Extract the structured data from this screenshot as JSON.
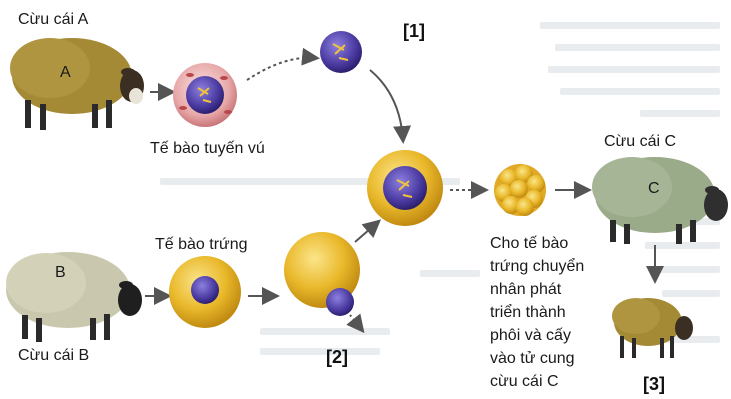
{
  "labels": {
    "sheep_a_title": "Cừu cái A",
    "sheep_a_letter": "A",
    "sheep_b_title": "Cừu cái B",
    "sheep_b_letter": "B",
    "sheep_c_title": "Cừu cái C",
    "sheep_c_letter": "C",
    "mammary_cell": "Tế bào tuyến vú",
    "egg_cell": "Tế bào trứng",
    "caption_lines": [
      "Cho tế bào",
      "trứng chuyển",
      "nhân phát",
      "triển thành",
      "phôi và cấy",
      "vào tử cung",
      "cừu cái C"
    ]
  },
  "markers": {
    "m1": "[1]",
    "m2": "[2]",
    "m3": "[3]"
  },
  "colors": {
    "sheep_a": "#a58a36",
    "sheep_b": "#c9c8ae",
    "sheep_c": "#9aab89",
    "lamb": "#a58a36",
    "cytoplasm": "#e7b72c",
    "nucleus": "#4a3aa0",
    "mammary_outer": "#d99aa0",
    "arrow": "#555555"
  }
}
